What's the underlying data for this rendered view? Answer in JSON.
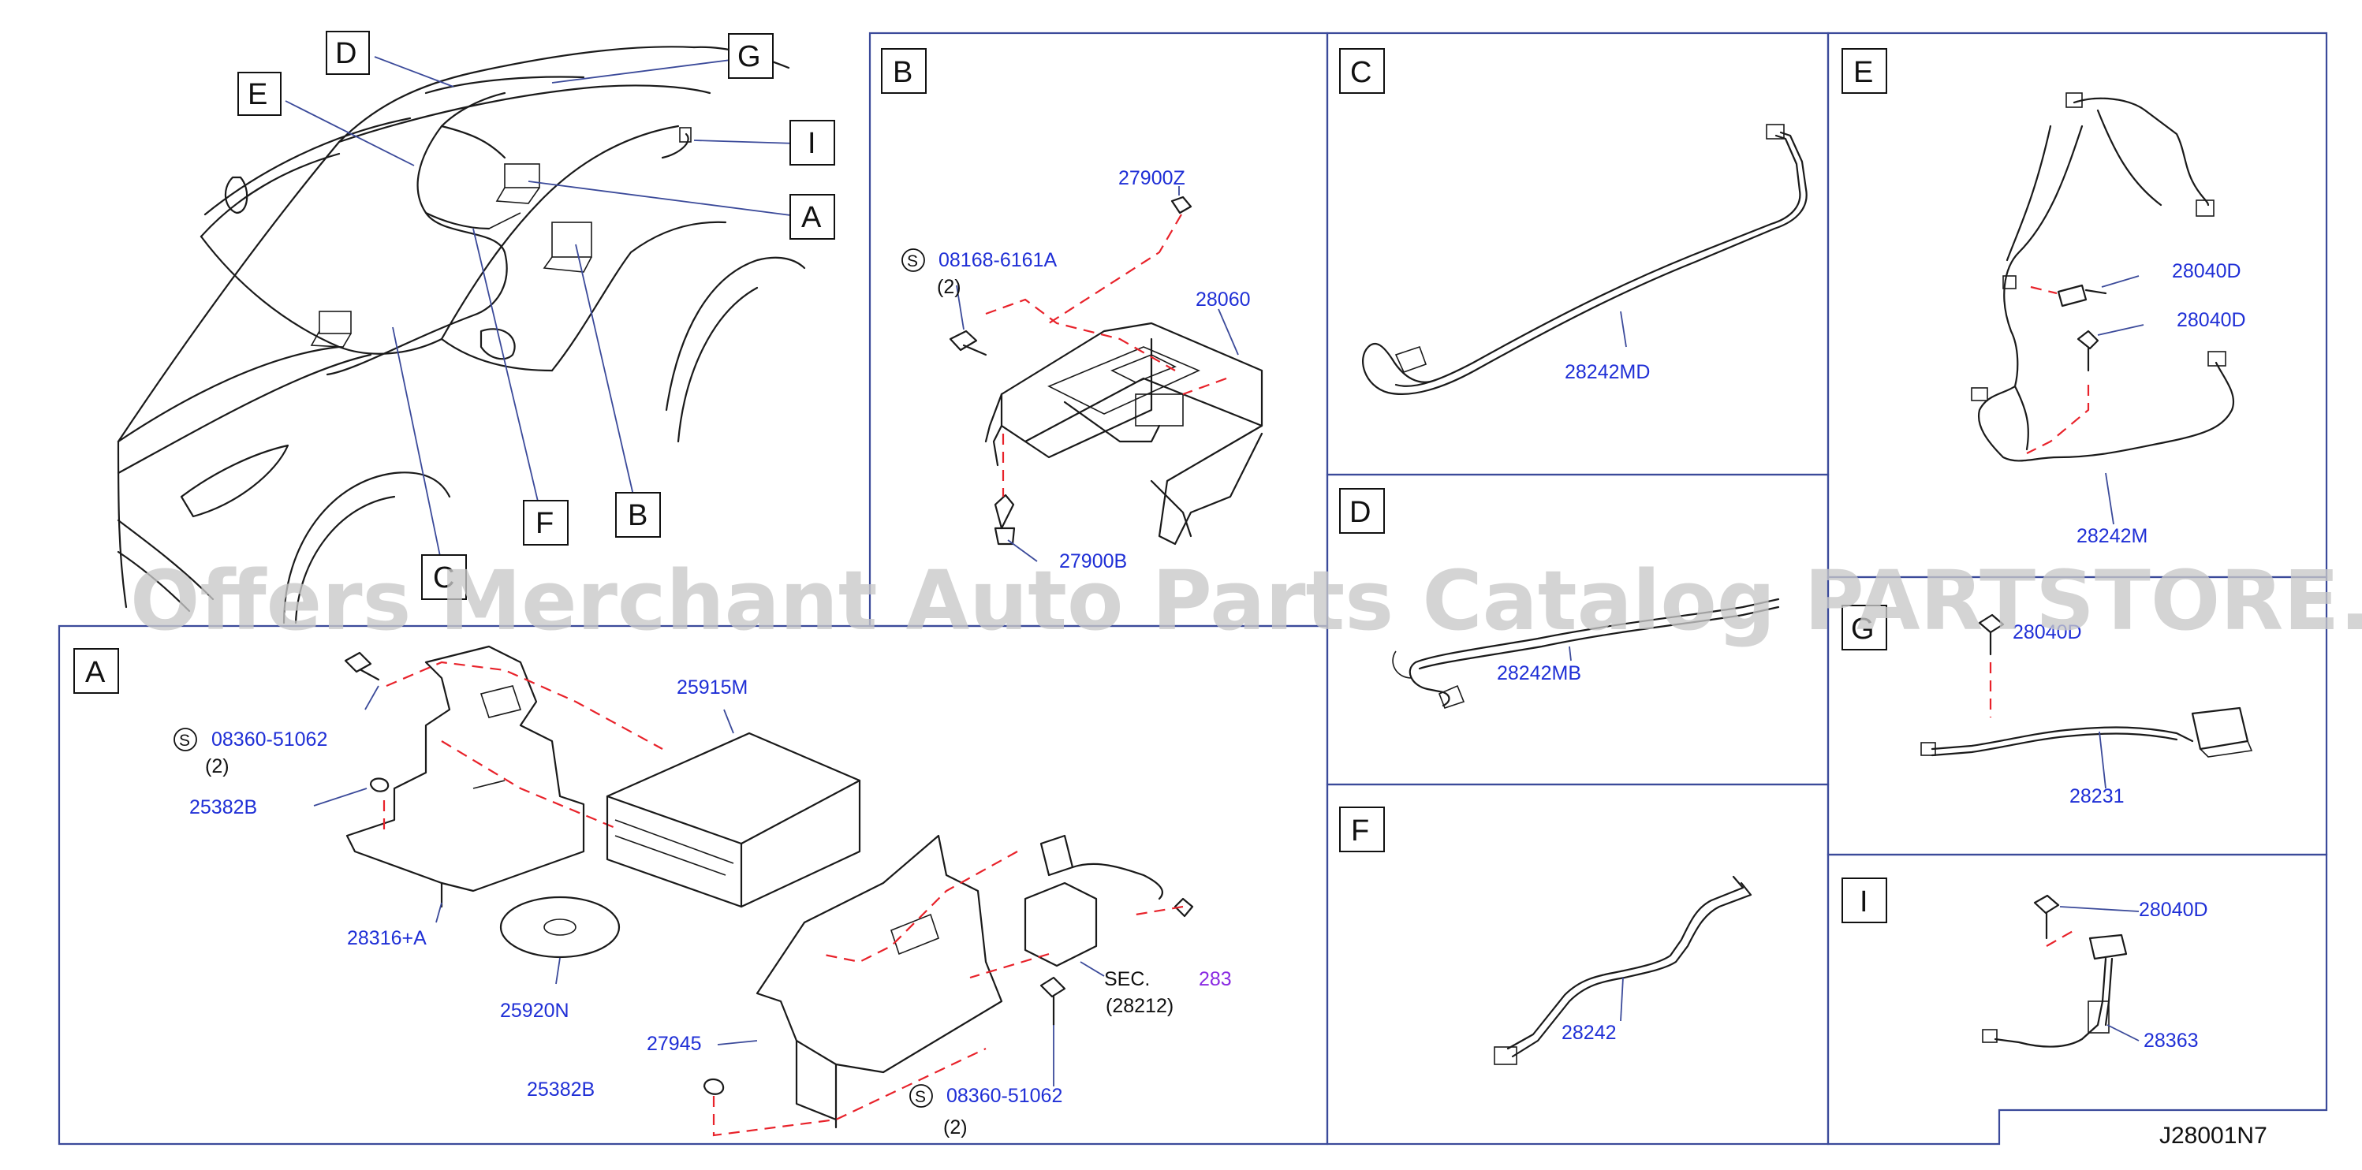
{
  "diagram_code": "J28001N7",
  "watermark": "Offers Merchant Auto Parts Catalog PARTSTORE.SA",
  "overview_callouts": [
    "D",
    "G",
    "E",
    "I",
    "A",
    "C",
    "F",
    "B"
  ],
  "panels": {
    "A": {
      "label": "A",
      "parts": [
        "25915M",
        "08360-51062",
        "(2)",
        "25382B",
        "28316+A",
        "25920N",
        "27945",
        "25382B",
        "08360-51062",
        "(2)",
        "SEC.",
        "283",
        "(28212)"
      ]
    },
    "B": {
      "label": "B",
      "parts": [
        "27900Z",
        "08168-6161A",
        "(2)",
        "28060",
        "27900B"
      ]
    },
    "C": {
      "label": "C",
      "parts": [
        "28242MD"
      ]
    },
    "D": {
      "label": "D",
      "parts": [
        "28242MB"
      ]
    },
    "E": {
      "label": "E",
      "parts": [
        "28040D",
        "28040D",
        "28242M"
      ]
    },
    "F": {
      "label": "F",
      "parts": [
        "28242"
      ]
    },
    "G": {
      "label": "G",
      "parts": [
        "28040D",
        "28231"
      ]
    },
    "I": {
      "label": "I",
      "parts": [
        "28040D",
        "28363"
      ]
    }
  },
  "symbols": {
    "S": "S"
  },
  "colors": {
    "frame": "#3b4a9a",
    "part_number": "#1f2fd6",
    "dash": "#e8222a",
    "section_ref": "#8a2be2"
  }
}
